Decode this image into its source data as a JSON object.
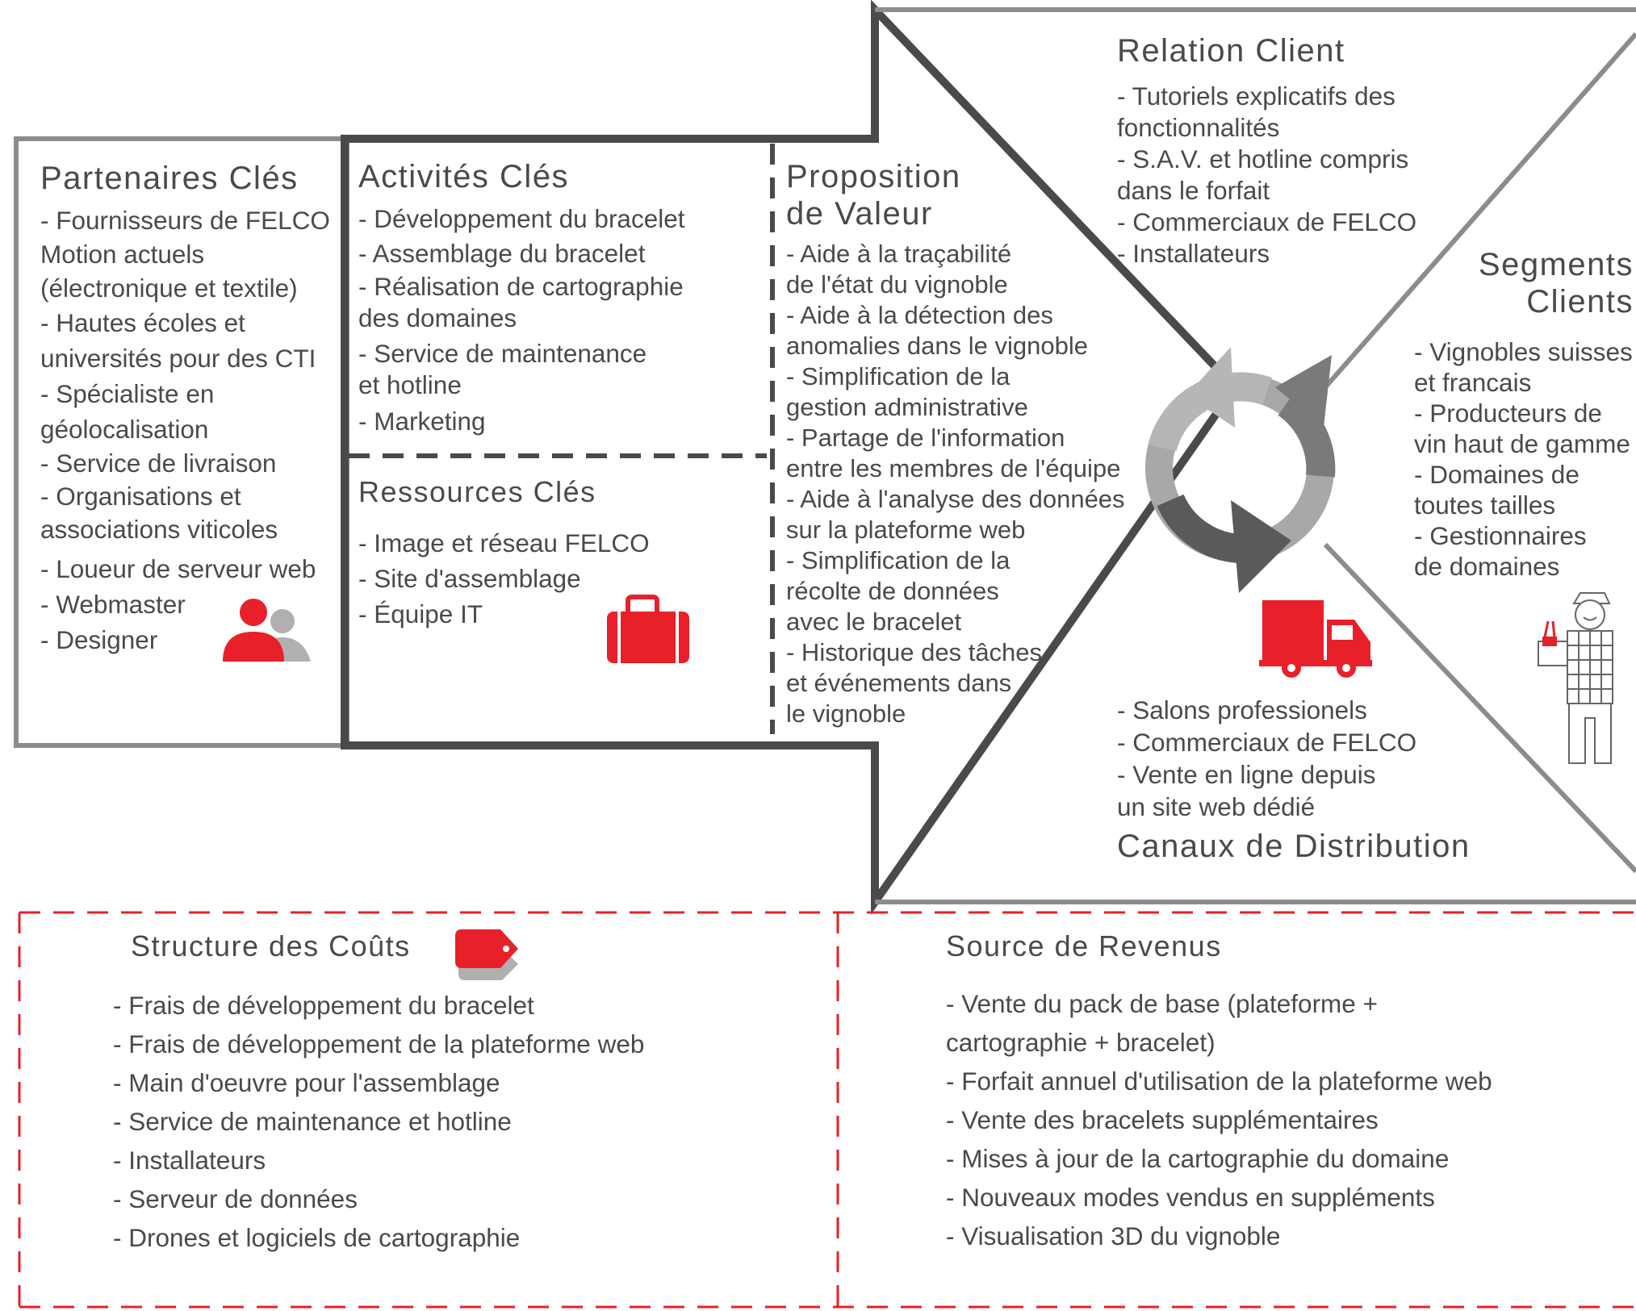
{
  "partenaires": {
    "title": "Partenaires Clés",
    "items": [
      "- Fournisseurs de FELCO\n Motion actuels\n(électronique et textile)",
      "- Hautes écoles et\nuniversités pour des  CTI",
      "- Spécialiste en\ngéolocalisation",
      "- Service de livraison",
      "- Organisations et\nassociations viticoles",
      "- Loueur de serveur  web",
      "- Webmaster",
      "- Designer"
    ],
    "icon": "people-icon"
  },
  "activites": {
    "title": "Activités Clés",
    "items": [
      "- Développement du bracelet",
      "- Assemblage du bracelet",
      "- Réalisation de cartographie\ndes domaines",
      "- Service de maintenance\net hotline",
      "- Marketing"
    ]
  },
  "ressources": {
    "title": "Ressources Clés",
    "items": [
      "- Image et réseau FELCO",
      "- Site d'assemblage",
      "- Équipe IT"
    ],
    "icon": "briefcase-icon"
  },
  "proposition": {
    "title": "Proposition\nde  Valeur",
    "items": [
      "- Aide à la traçabilité\nde l'état du vignoble",
      "- Aide à la détection des\nanomalies dans le vignoble",
      "- Simplification de la\ngestion administrative",
      "- Partage de l'information\nentre les membres de l'équipe",
      "- Aide à l'analyse des données\nsur la plateforme web",
      "- Simplification de la\nrécolte de données\navec le bracelet",
      "- Historique des tâches\net événements dans\nle vignoble"
    ]
  },
  "relation": {
    "title": "Relation Client",
    "items": [
      "- Tutoriels explicatifs des\nfonctionnalités",
      "- S.A.V. et hotline compris\ndans le forfait",
      "- Commerciaux de FELCO",
      "- Installateurs"
    ]
  },
  "segments": {
    "title": "Segments\nClients",
    "items": [
      "- Vignobles suisses\net francais",
      "- Producteurs de\nvin haut de gamme",
      "- Domaines de\ntoutes tailles",
      "- Gestionnaires\nde domaines"
    ],
    "icon": "winegrower-icon"
  },
  "canaux": {
    "title": "Canaux de Distribution",
    "items": [
      "- Salons professionels",
      "- Commerciaux de FELCO",
      "- Vente en ligne depuis\nun site web dédié"
    ],
    "icon": "truck-icon"
  },
  "couts": {
    "title": "Structure des Coûts",
    "items": [
      "- Frais de développement du bracelet",
      "- Frais de développement de la plateforme web",
      "- Main d'oeuvre pour l'assemblage",
      "- Service de maintenance et hotline",
      "- Installateurs",
      "- Serveur de données",
      "- Drones et logiciels de cartographie"
    ],
    "icon": "price-tag-icon"
  },
  "revenus": {
    "title": "Source de Revenus",
    "items": [
      "- Vente du pack de base (plateforme +",
      "cartographie + bracelet)",
      "- Forfait annuel d'utilisation de la plateforme web",
      "- Vente des bracelets supplémentaires",
      "- Mises à jour de la cartographie du domaine",
      "- Nouveaux modes vendus en suppléments",
      "- Visualisation 3D du vignoble"
    ]
  },
  "center_icon": "refresh-cycle-icon",
  "colors": {
    "accent_red": "#e8202a",
    "outline_dark": "#4a4a4a",
    "outline_grey": "#8a8a8a",
    "text": "#4a4a4a"
  }
}
